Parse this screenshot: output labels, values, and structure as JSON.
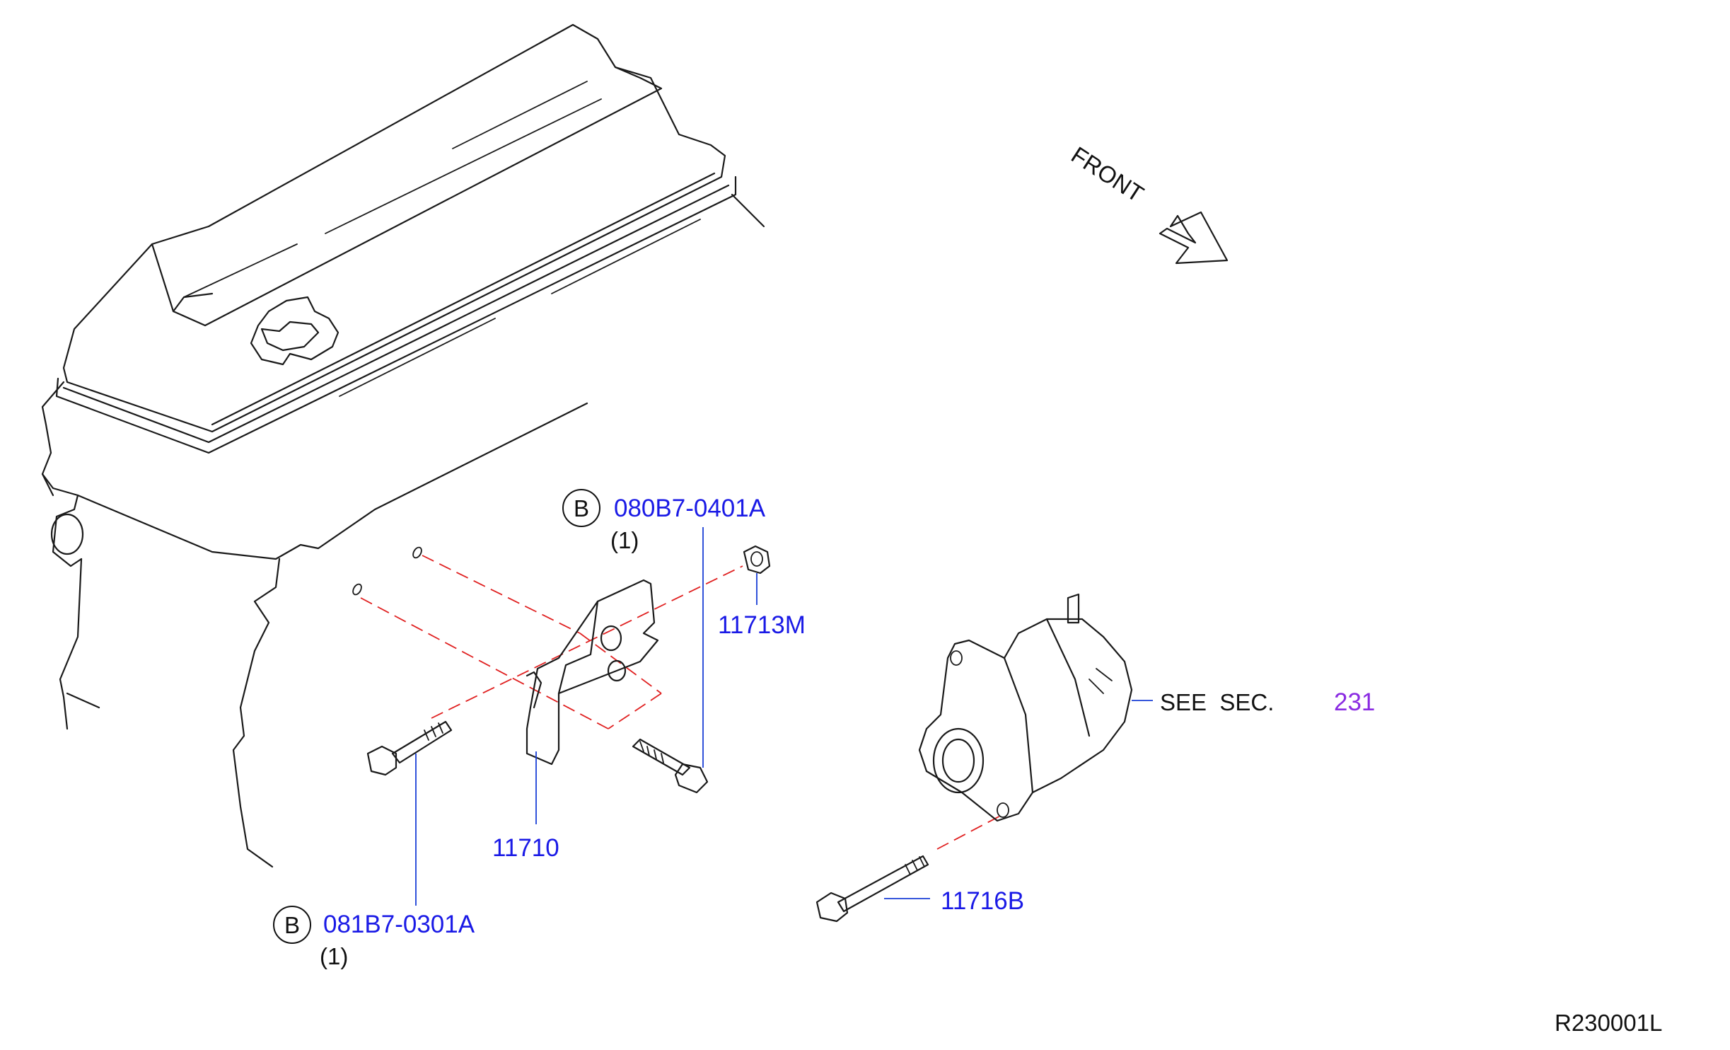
{
  "labels": {
    "front": "FRONT",
    "bolt_upper_code": "080B7-0401A",
    "bolt_upper_qty": "(1)",
    "bolt_upper_badge": "B",
    "nut": "11713M",
    "bracket": "11710",
    "bolt_lower_code": "081B7-0301A",
    "bolt_lower_qty": "(1)",
    "bolt_lower_badge": "B",
    "alternator_bolt": "11716B",
    "see_sec": "SEE  SEC.",
    "see_sec_number": "231",
    "figure_id": "R230001L"
  },
  "colors": {
    "part_number": "#1a1ae6",
    "section_link": "#8a2be2",
    "dashed_guide": "#e02020",
    "leader_line": "#1a3fd6",
    "outline": "#1a1a1a"
  },
  "icons": [
    "front-arrow-icon",
    "b-badge-icon"
  ]
}
